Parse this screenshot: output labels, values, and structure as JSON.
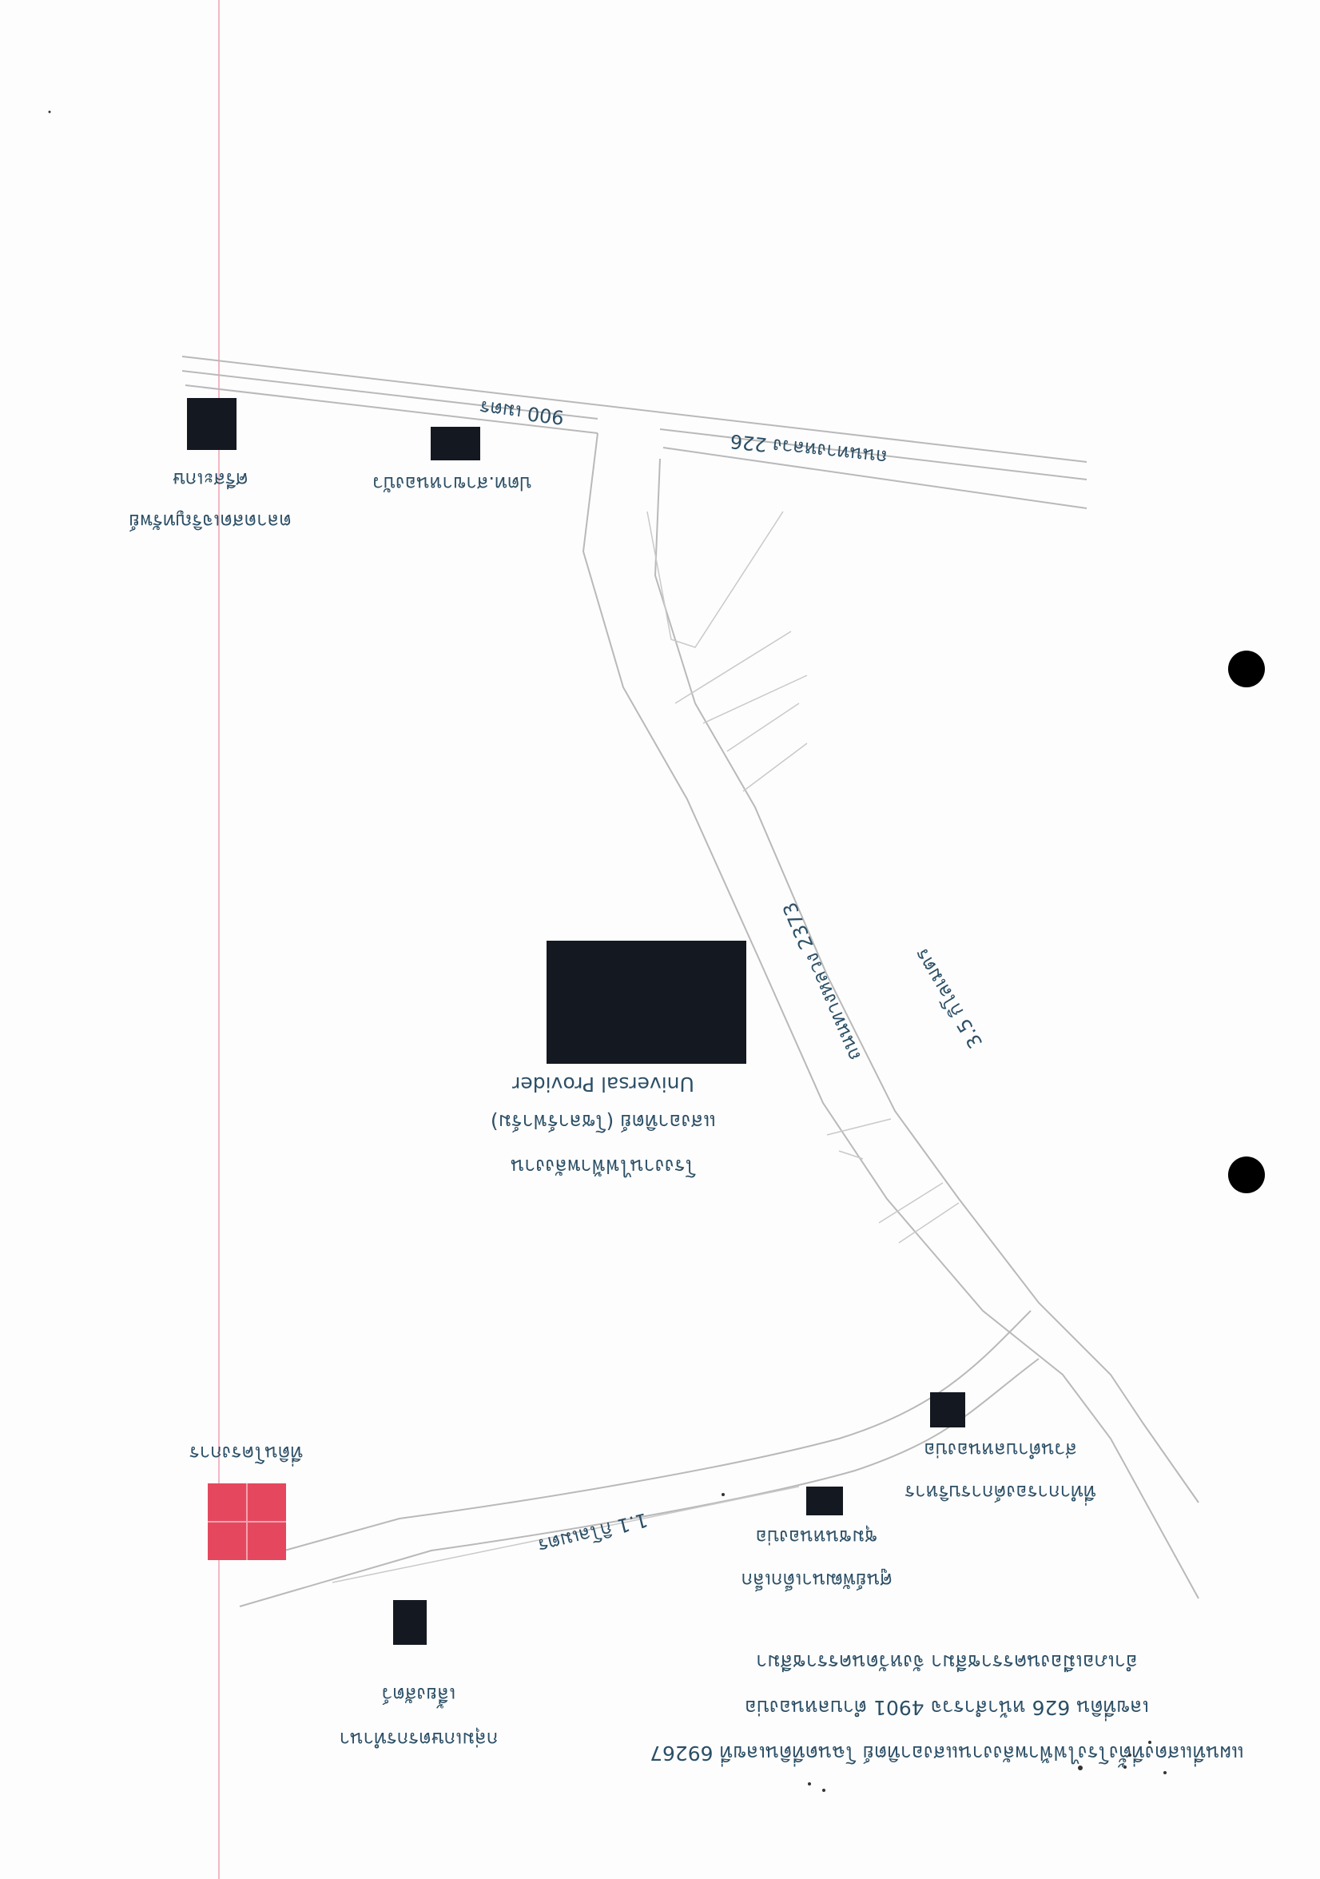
{
  "colors": {
    "ink": "#2c4f66",
    "marker": "#141820",
    "site_marker": "#e5485e",
    "road": "#b9b9b9",
    "margin_line": "#f2b8c4",
    "punch_hole": "#000000"
  },
  "orientation": "page rotated 180 degrees (upside down)",
  "title": {
    "line1": "แผนที่แสดงที่ตั้งโรงไฟฟ้าพลังงานแสงอาทิตย์ โฉนดที่ดินเลขที่ 69267",
    "line2": "เลขที่ดิน 626 หน้าสำรวจ 4901 ตำบลหนองบ่อ",
    "line3": "อำเภอเมืองนครราชสีมา จังหวัดนครราชสีมา"
  },
  "plant": {
    "line1": "โรงงานไฟฟ้าพลังงาน",
    "line2": "แสงอาทิตย์ (โซลาร์ฟาร์ม)",
    "line3": "Universal Provider"
  },
  "roads": {
    "highway_226": "ถนนทางหลวง 226",
    "highway_2373": "ถนนทางหลวง 2373"
  },
  "distances": {
    "d_900m": "900 เมตร",
    "d_3_5km": "3.5 กิโลเมตร",
    "d_1_1km": "1.1 กิโลเมตร"
  },
  "landmarks": {
    "market": {
      "line1": "ตลาดสดเจริญทรัพย์",
      "line2": "ศรีสะเกษ"
    },
    "pea": {
      "line1": "ปตท.สาขาหนองบัว"
    },
    "site": {
      "line1": "ที่ดินโครงการ"
    },
    "coop": {
      "line1": "ที่ทำการองค์การบริหาร",
      "line2": "ส่วนตำบลหนองบ่อ"
    },
    "center": {
      "line1": "ศูนย์พัฒนาเด็กเล็ก",
      "line2": "ชุมชนหนองบ่อ"
    },
    "housing": {
      "line1": "กลุ่มเกษตรกรทำนา",
      "line2": "เลี้ยงสัตว์"
    }
  }
}
